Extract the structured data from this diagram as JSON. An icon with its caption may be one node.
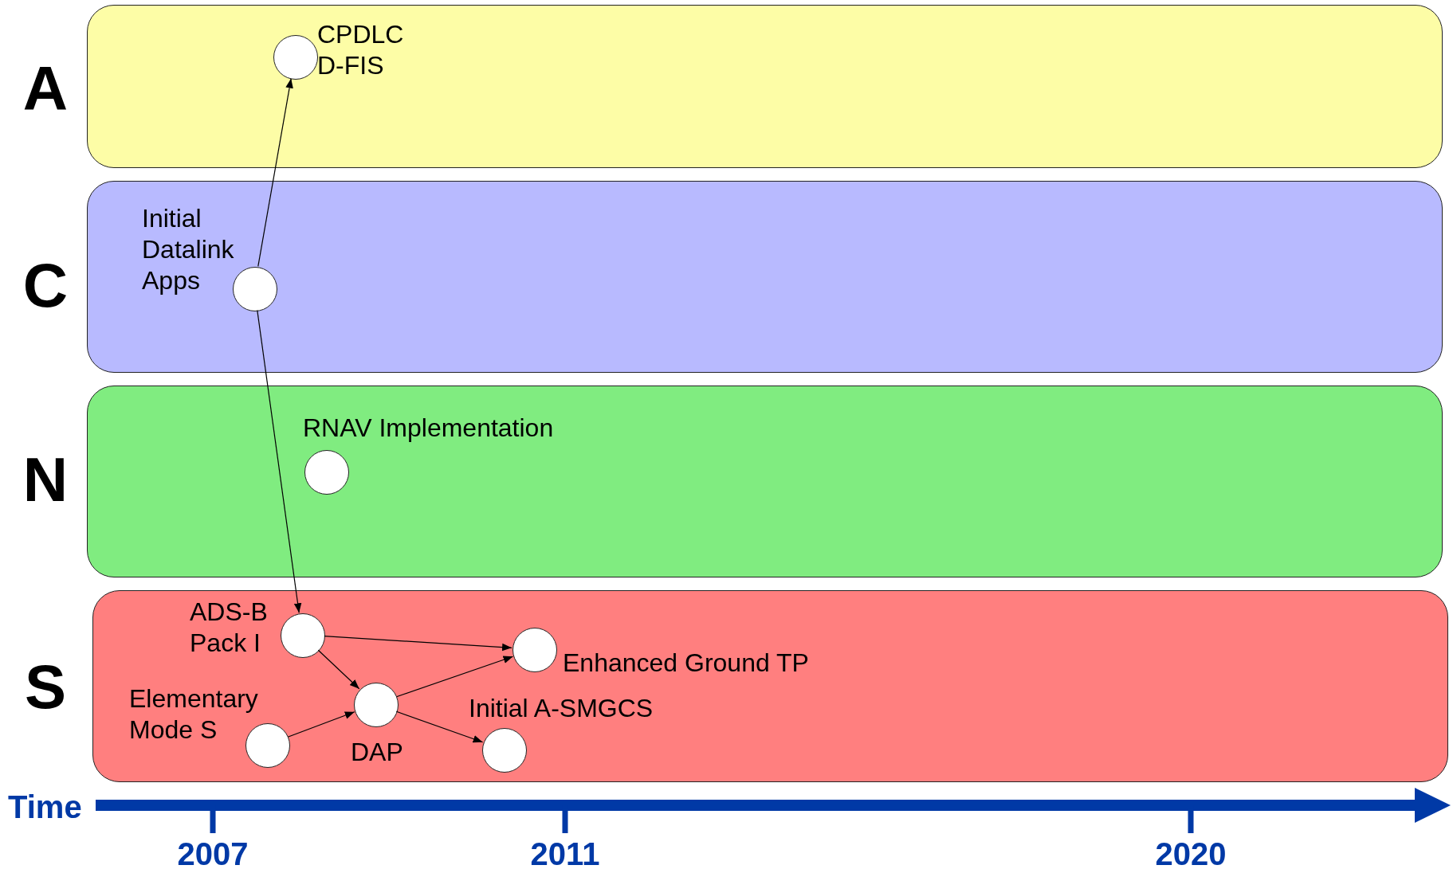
{
  "diagram": {
    "nodes": [
      {
        "text": [
          "A"
        ]
      },
      {
        "text": [],
        "shape": "circle",
        "in": 0,
        "beside": [
          "CPDLC D-FIS"
        ]
      },
      {
        "text": [
          "C"
        ]
      },
      {
        "text": [],
        "shape": "circle",
        "in": 2,
        "beside": [
          "Initial Datalink Apps"
        ]
      },
      {
        "text": [
          "N"
        ]
      },
      {
        "text": [],
        "shape": "circle",
        "in": 4,
        "beside": [
          "RNAV Implementation"
        ]
      },
      {
        "text": [
          "S"
        ]
      },
      {
        "text": [],
        "shape": "circle",
        "in": 6,
        "beside": [
          "ADS-B Pack I"
        ]
      },
      {
        "text": [],
        "shape": "circle",
        "in": 6,
        "beside": [
          "Enhanced Ground TP"
        ]
      },
      {
        "text": [],
        "shape": "circle",
        "in": 6,
        "beside": [
          "DAP"
        ]
      },
      {
        "text": [],
        "shape": "circle",
        "in": 6,
        "beside": [
          "Elementary Mode S"
        ]
      },
      {
        "text": [],
        "shape": "circle",
        "in": 6,
        "beside": [
          "Initial A-SMGCS"
        ]
      }
    ],
    "edges": [
      {
        "from": 3,
        "to": 1,
        "arrow": "to"
      },
      {
        "from": 3,
        "to": 7,
        "arrow": "to"
      },
      {
        "from": 7,
        "to": 8,
        "arrow": "to"
      },
      {
        "from": 7,
        "to": 9,
        "arrow": "to"
      },
      {
        "from": 10,
        "to": 9,
        "arrow": "to"
      },
      {
        "from": 9,
        "to": 8,
        "arrow": "to"
      },
      {
        "from": 9,
        "to": 11,
        "arrow": "to"
      }
    ],
    "labels": [
      "Time",
      "2007",
      "2011",
      "2020"
    ]
  }
}
